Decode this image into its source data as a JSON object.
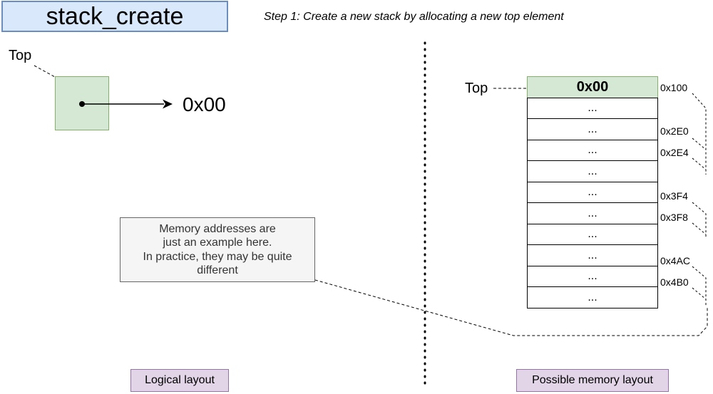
{
  "title": "stack_create",
  "step_text": "Step 1: Create a new stack by allocating a new top element",
  "logical": {
    "top_label": "Top",
    "pointer_value": "0x00",
    "section_label": "Logical layout"
  },
  "note": {
    "lines": [
      "Memory addresses are",
      "just an example here.",
      "In practice, they may be quite",
      "different"
    ]
  },
  "memory": {
    "top_label": "Top",
    "section_label": "Possible memory layout",
    "cells": [
      "0x00",
      "...",
      "...",
      "...",
      "...",
      "...",
      "...",
      "...",
      "...",
      "...",
      "..."
    ],
    "addresses": [
      "0x100",
      "0x2E0",
      "0x2E4",
      "0x3F4",
      "0x3F8",
      "0x4AC",
      "0x4B0"
    ]
  },
  "colors": {
    "title_fill": "#dae8fc",
    "title_stroke": "#6c8ebf",
    "node_fill": "#d5e8d4",
    "node_stroke": "#82b366",
    "note_fill": "#f5f5f5",
    "label_fill": "#e1d5e7",
    "label_stroke": "#9673a6"
  }
}
